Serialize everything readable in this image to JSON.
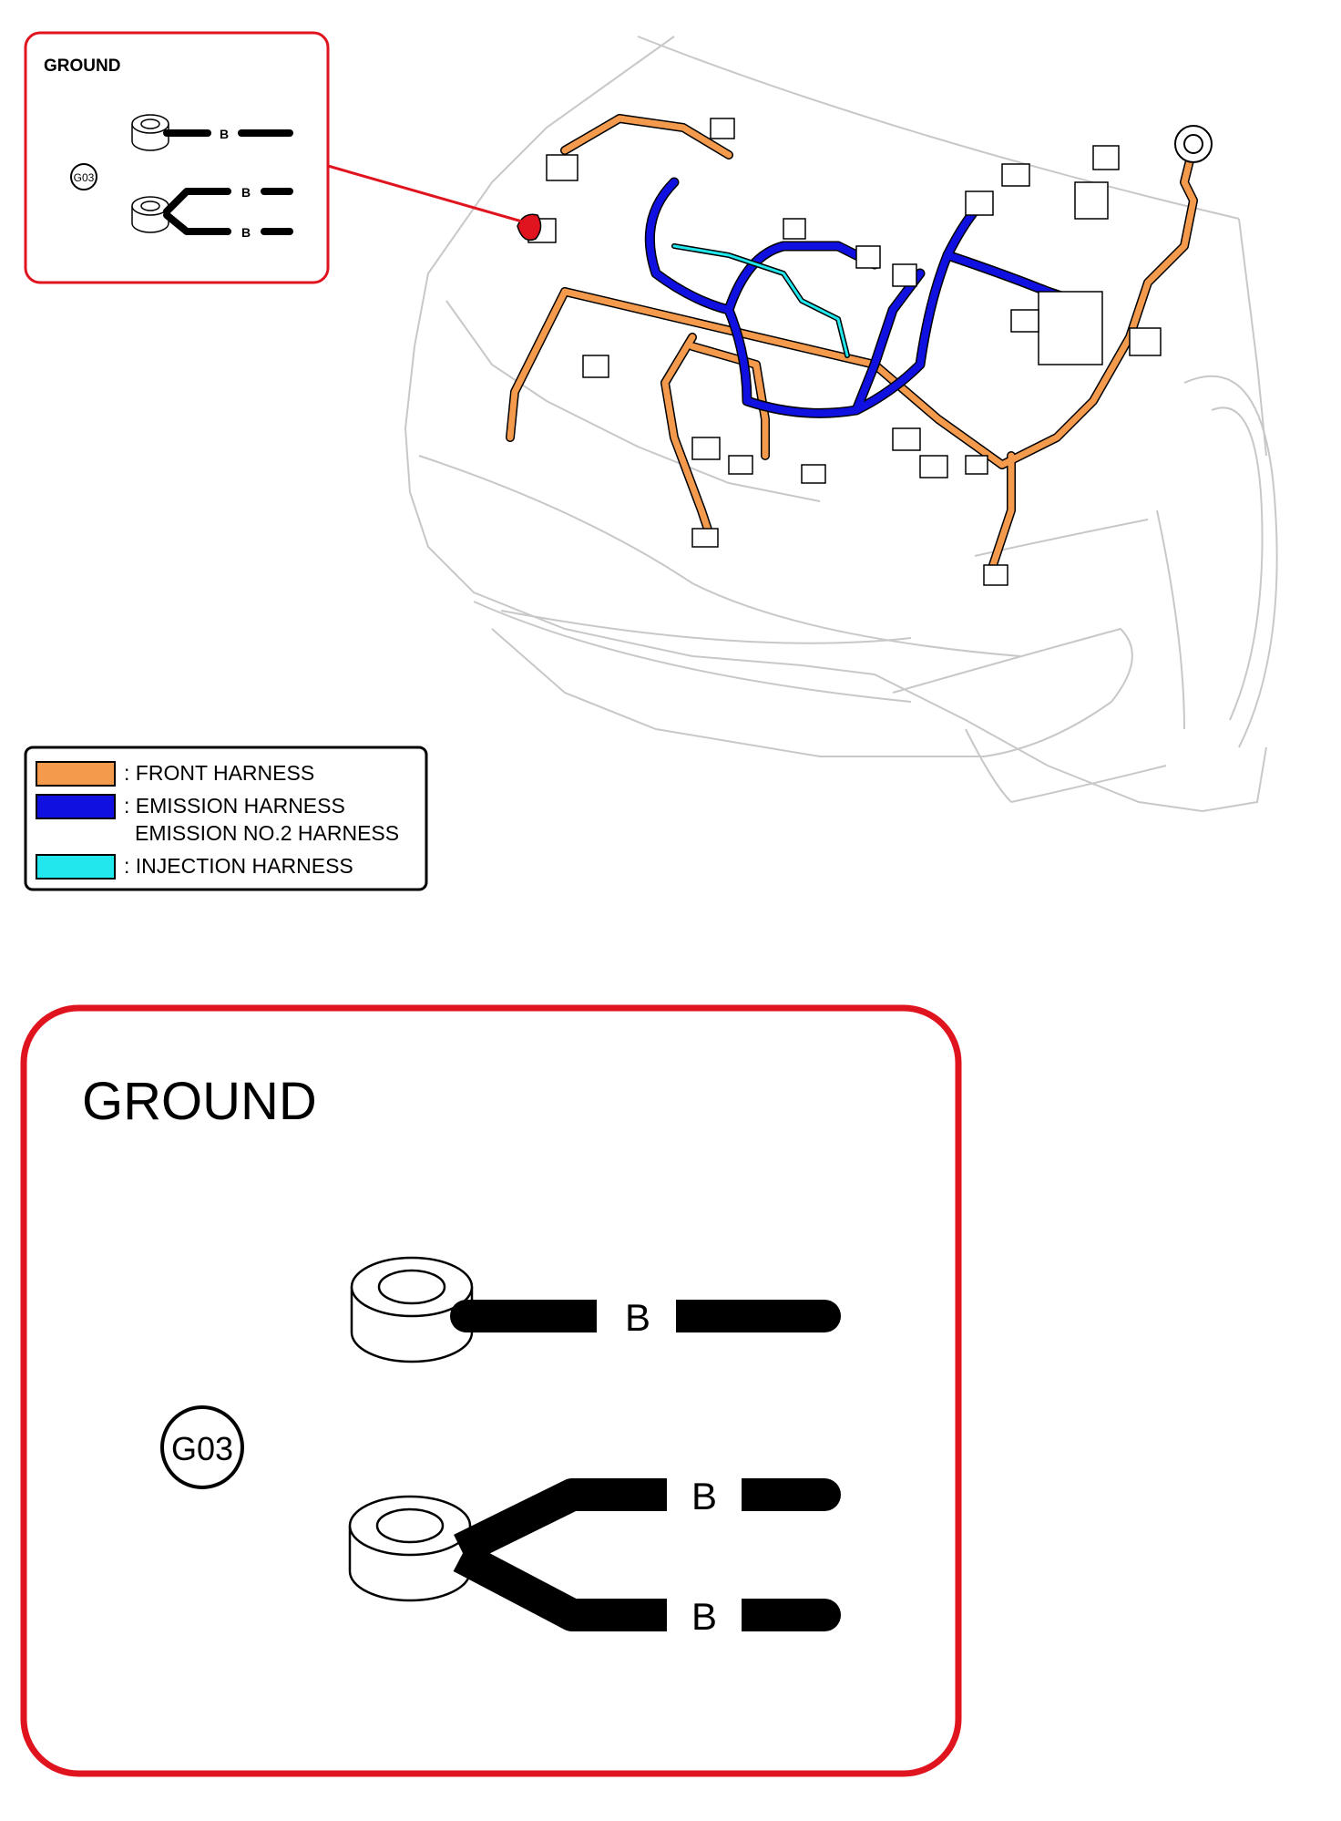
{
  "small_callout": {
    "title": "GROUND",
    "ground_id": "G03",
    "wire_color_single": "B",
    "wire_color_split_top": "B",
    "wire_color_split_bottom": "B"
  },
  "legend": {
    "items": [
      {
        "color": "#f39a4c",
        "lines": [
          ": FRONT HARNESS"
        ]
      },
      {
        "color": "#1010e0",
        "lines": [
          ": EMISSION HARNESS",
          "EMISSION NO.2 HARNESS"
        ]
      },
      {
        "color": "#22e8ee",
        "lines": [
          ": INJECTION HARNESS"
        ]
      }
    ]
  },
  "large_callout": {
    "title": "GROUND",
    "ground_id": "G03",
    "wire_color_single": "B",
    "wire_color_split_top": "B",
    "wire_color_split_bottom": "B"
  },
  "colors": {
    "callout_border": "#e0141e",
    "leader_line": "#e0141e",
    "front_harness": "#f39a4c",
    "emission_harness": "#1010e0",
    "injection_harness": "#22e8ee",
    "body_outline": "#c8c8c8"
  }
}
